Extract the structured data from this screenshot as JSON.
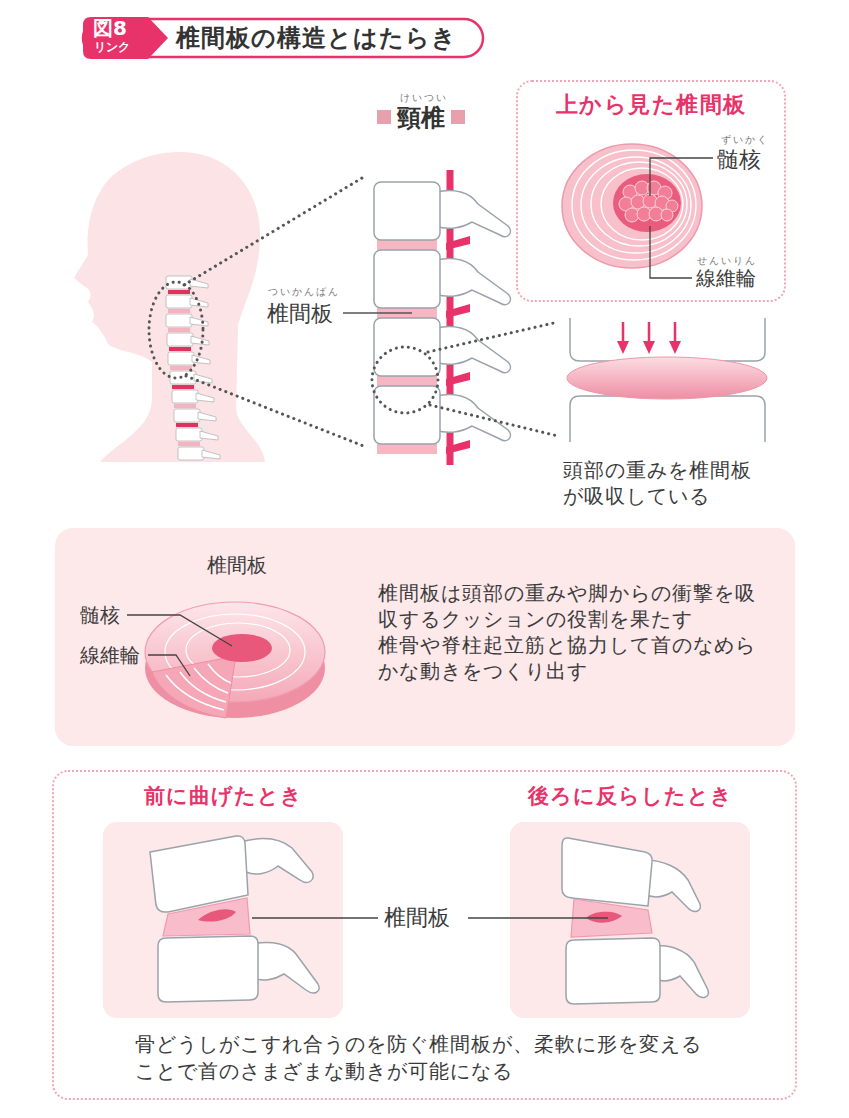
{
  "diagram": {
    "title": "椎間板の構造とはたらき",
    "nodes": [
      {
        "text": [
          "上から見た椎間板"
        ]
      },
      {
        "text": [
          "椎間板は頭部の重みや脚からの衝撃を吸収するクッションの役割を果たす",
          "椎骨や脊柱起立筋と協力して首のなめらかな動きをつくり出す"
        ]
      },
      {
        "text": [
          "骨どうしがこすれ合うのを防ぐ椎間板が、柔軟に形を変えることで首のさまざまな動きが可能になる"
        ]
      },
      {
        "text": [
          "前に曲げたとき"
        ],
        "in": 2
      },
      {
        "text": [
          "後ろに反らしたとき"
        ],
        "in": 2
      }
    ],
    "labels": [
      "図8",
      "リンク",
      "けいつい",
      "頸椎",
      "ついかんばん",
      "椎間板",
      "ずいかく",
      "髄核",
      "せんいりん",
      "線維輪",
      "頭部の重みを椎間板が吸収している",
      "椎間板",
      "髄核",
      "線維輪",
      "椎間板"
    ]
  }
}
